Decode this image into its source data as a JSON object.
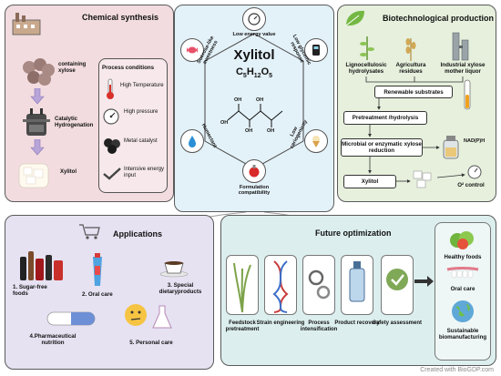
{
  "chemical": {
    "title": "Chemical synthesis",
    "feed_label": "containing xylose",
    "step_label": "Catalytic Hydrogenation",
    "product_label": "Xylitol",
    "conditions_title": "Process conditions",
    "conditions": [
      "High Temperature",
      "High pressure",
      "Metal catalyst",
      "Intensive energy input"
    ]
  },
  "center": {
    "title": "Xylitol",
    "formula_main": "C",
    "formula_sub1": "5",
    "formula_h": "H",
    "formula_sub2": "12",
    "formula_o": "O",
    "formula_sub3": "5",
    "oh": [
      "OH",
      "OH",
      "OH",
      "OH",
      "OH"
    ],
    "properties": [
      "Low energy value",
      "Low glycemic response",
      "Low cariogenicity",
      "Formulation compatibility",
      "Humectant",
      "Sucrose-like sweetness"
    ]
  },
  "bio": {
    "title": "Biotechnological production",
    "sources": [
      "Lignocellulosic hydrolysates",
      "Agricultura residues",
      "Industrial xylose mother liquor"
    ],
    "renewable": "Renewable substrates",
    "pretreatment": "Pretreatment /hydrolysis",
    "reduction": "Microbial or enzymatic xylose reduction",
    "cofactor": "NAD(P)H",
    "product": "Xylitol",
    "control": "O² control"
  },
  "applications": {
    "title": "Applications",
    "items": [
      "1. Sugar-free foods",
      "2. Oral care",
      "3. Special dietaryproducts",
      "4.Pharmaceutical nutrition",
      "5. Personal care"
    ]
  },
  "future": {
    "title": "Future optimization",
    "steps": [
      "Feedstock pretreatment",
      "Strain engineering",
      "Process intensification",
      "Product recovery",
      "Safety assessment"
    ],
    "outcomes": [
      "Healthy foods",
      "Oral care",
      "Sustainable biomanufacturing"
    ]
  },
  "footer": "Created with BioGDP.com",
  "colors": {
    "chemical_bg": "#f2dcdf",
    "center_bg": "#e3f1f8",
    "bio_bg": "#e6f0dd",
    "applications_bg": "#e6e2f2",
    "future_bg": "#dcefee"
  }
}
